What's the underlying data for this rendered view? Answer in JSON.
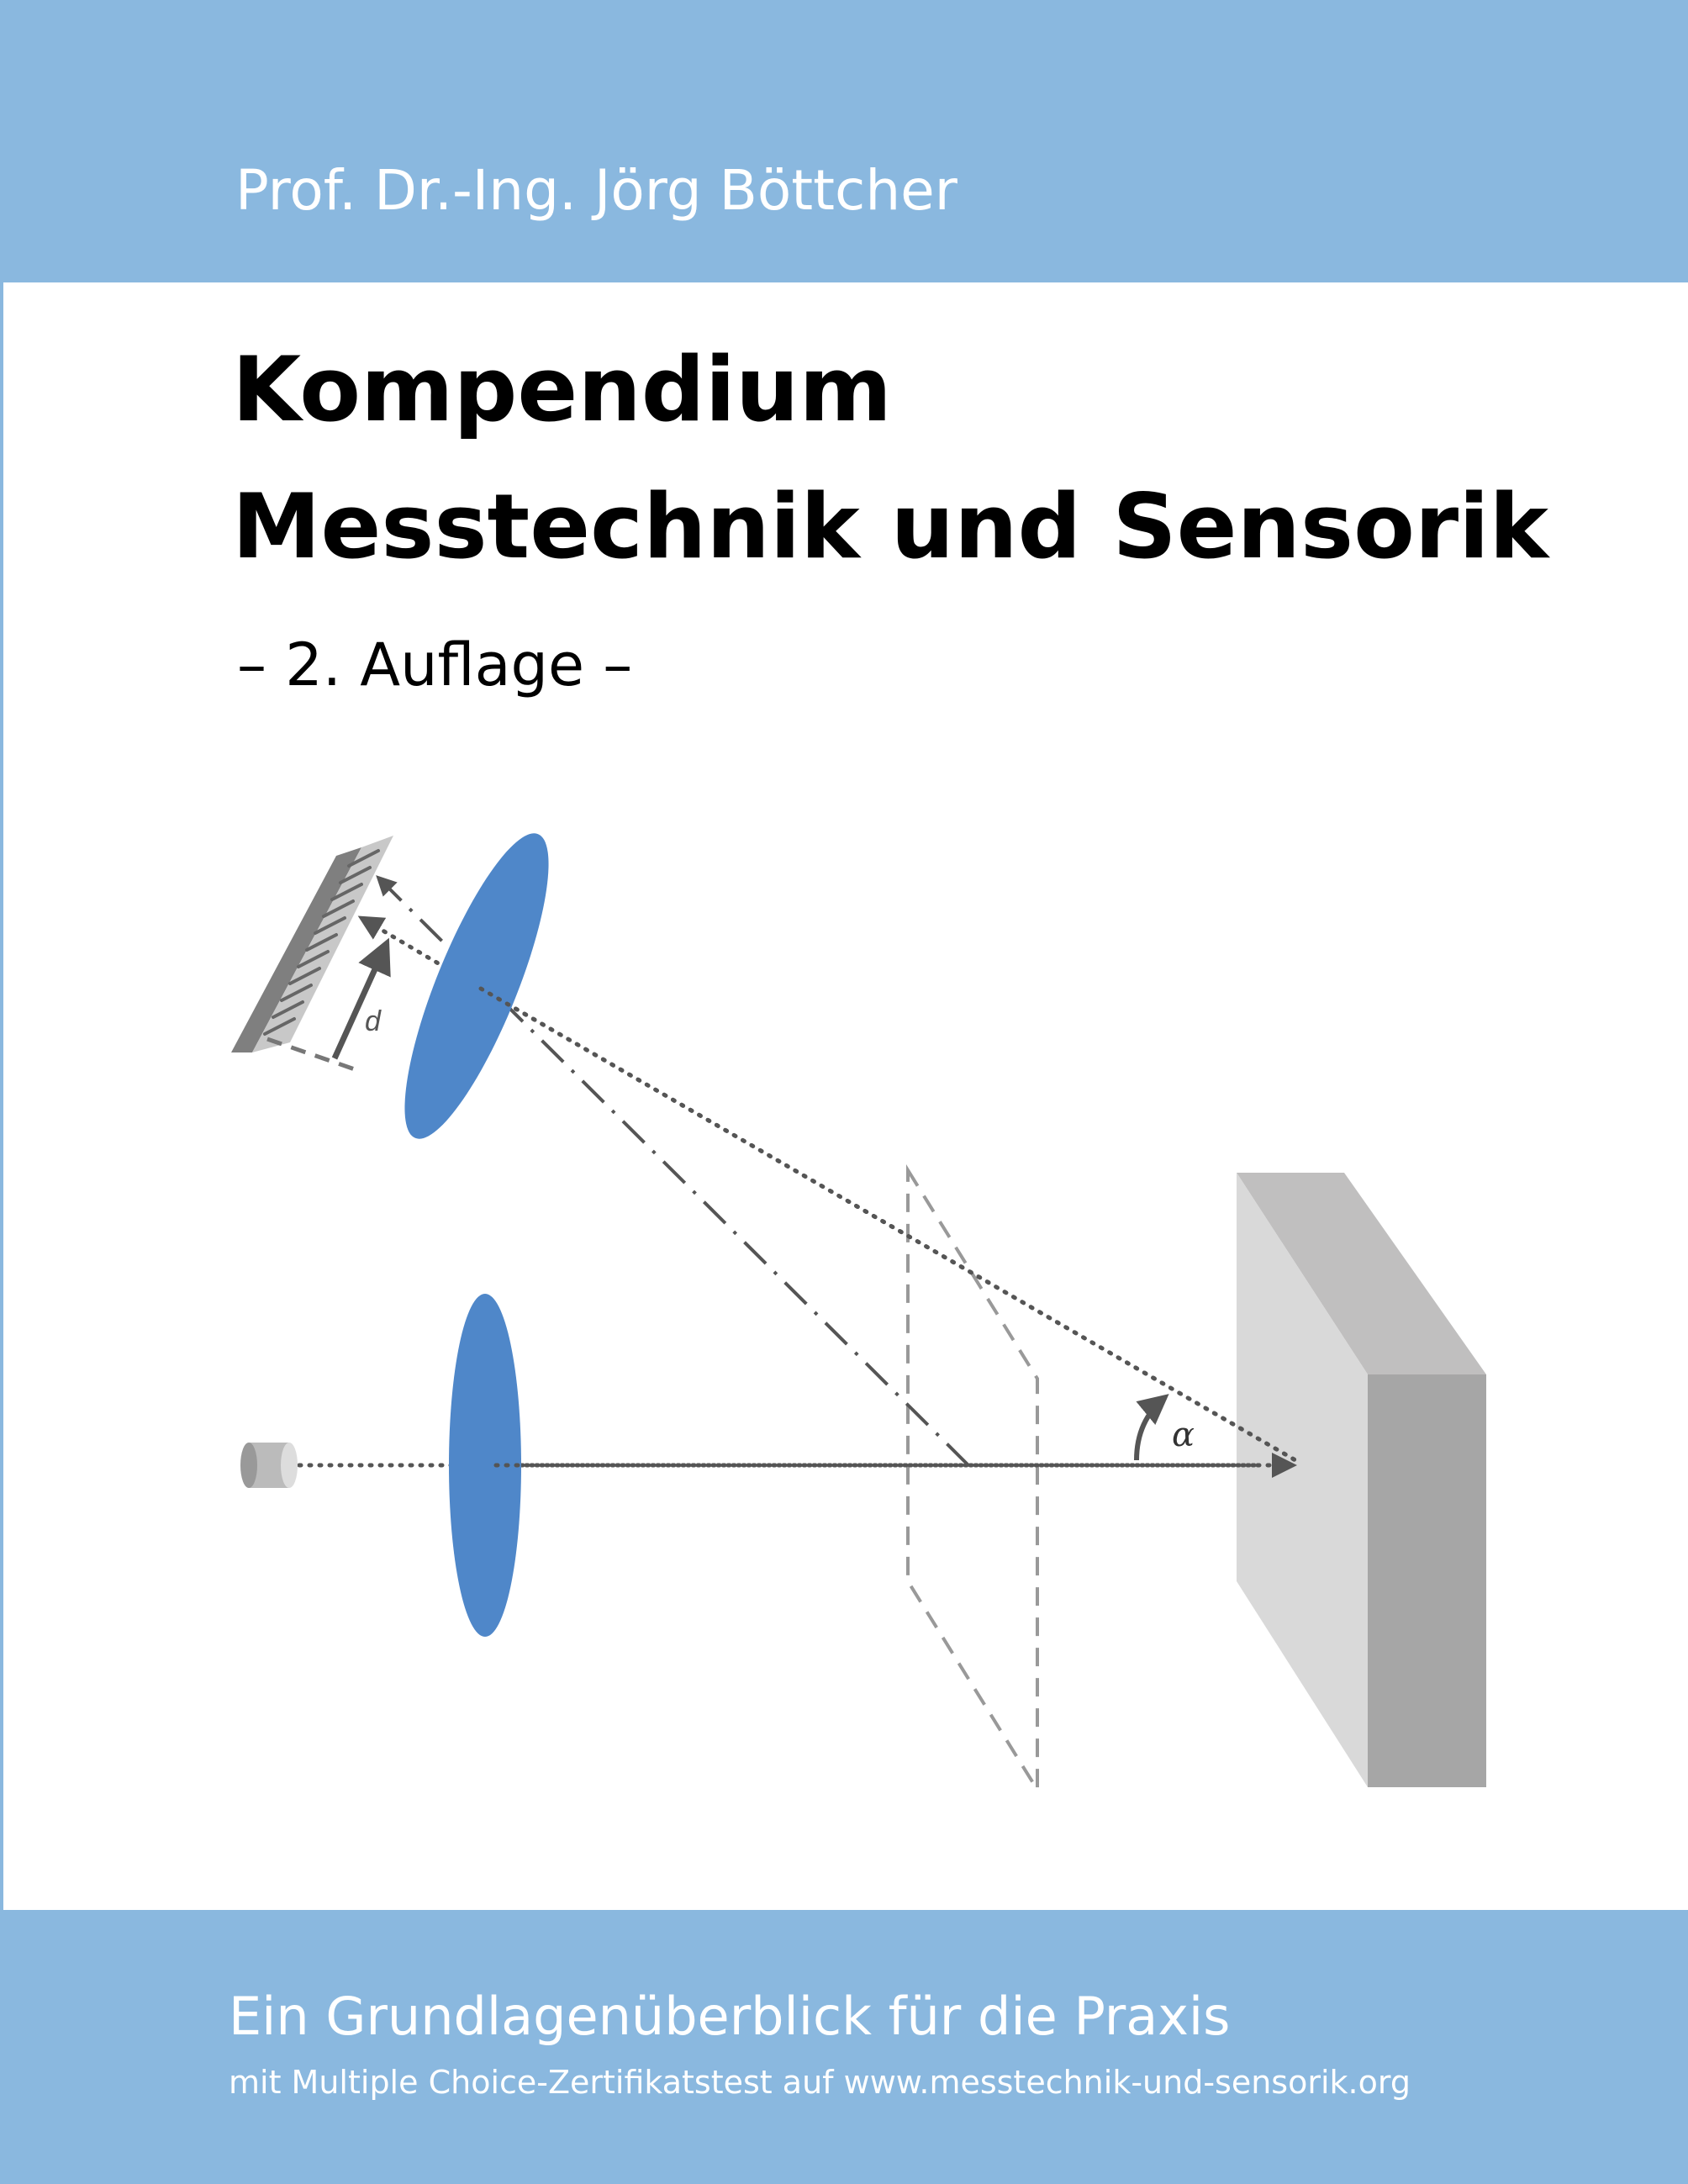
{
  "cover": {
    "author": "Prof. Dr.-Ing. Jörg Böttcher",
    "title_line1": "Kompendium",
    "title_line2": "Messtechnik und Sensorik",
    "edition": "– 2. Auflage –",
    "tagline": "Ein Grundlagenüberblick für die Praxis",
    "subline": "mit Multiple Choice-Zertifikatstest auf www.messtechnik-und-sensorik.org"
  },
  "diagram": {
    "label_d": "d",
    "label_alpha": "α"
  },
  "colors": {
    "band": "#8ab8df",
    "lens": "#4f87c9"
  }
}
